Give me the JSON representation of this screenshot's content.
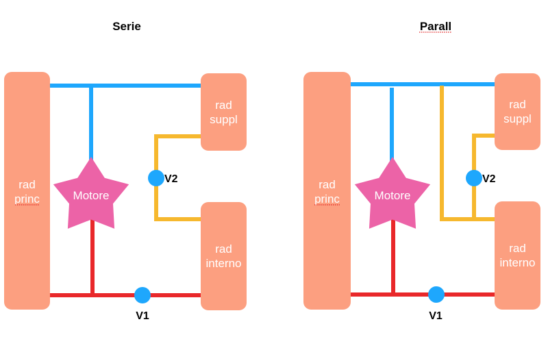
{
  "colors": {
    "radiator": "#fc9f80",
    "motor": "#ec63a7",
    "blue_pipe": "#1ea7fd",
    "yellow_pipe": "#f6b82e",
    "red_pipe": "#e9282a",
    "valve": "#1ea7fd",
    "title": "#000000",
    "label_on_shape": "#ffffff",
    "spellcheck": "#e02020"
  },
  "diagrams": [
    {
      "title": "Serie",
      "title_spellcheck_flag": false,
      "rad_princ": {
        "line1": "rad",
        "line2": "princ",
        "line2_spellcheck_flag": true
      },
      "rad_suppl": {
        "line1": "rad",
        "line2": "suppl"
      },
      "rad_interno": {
        "line1": "rad",
        "line2": "interno"
      },
      "motor": {
        "label": "Motore"
      },
      "valve1": {
        "label": "V1"
      },
      "valve2": {
        "label": "V2"
      }
    },
    {
      "title": "Parall",
      "title_spellcheck_flag": true,
      "rad_princ": {
        "line1": "rad",
        "line2": "princ",
        "line2_spellcheck_flag": true
      },
      "rad_suppl": {
        "line1": "rad",
        "line2": "suppl"
      },
      "rad_interno": {
        "line1": "rad",
        "line2": "interno"
      },
      "motor": {
        "label": "Motore"
      },
      "valve1": {
        "label": "V1"
      },
      "valve2": {
        "label": "V2"
      }
    }
  ]
}
